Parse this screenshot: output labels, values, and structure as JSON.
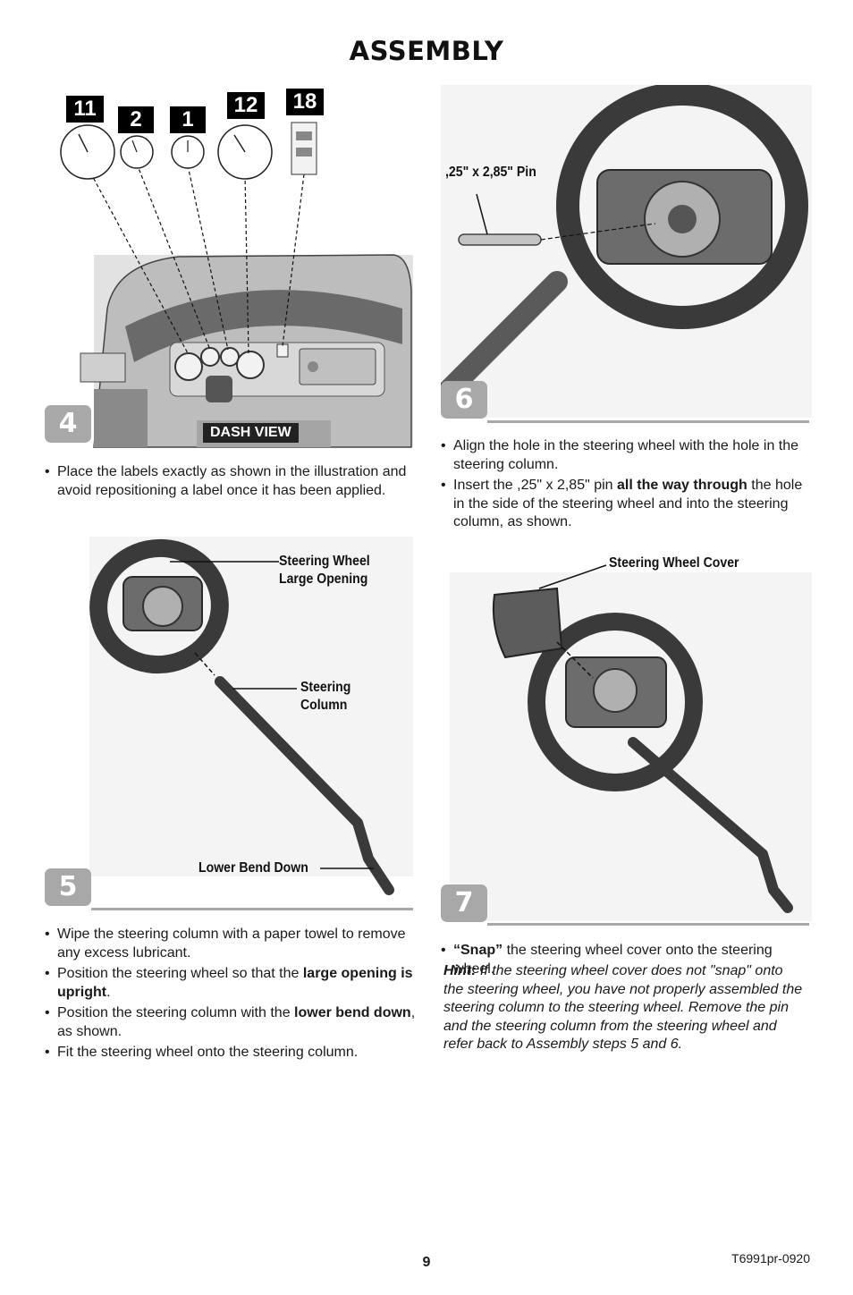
{
  "title": "ASSEMBLY",
  "step4": {
    "badge": "4",
    "label_numbers": [
      "11",
      "2",
      "1",
      "12",
      "18"
    ],
    "dash_view": "DASH VIEW",
    "bullets": [
      "Place the labels exactly as shown in the illustration and avoid repositioning a label once it has been applied."
    ]
  },
  "step5": {
    "badge": "5",
    "callouts": {
      "wheel_line1": "Steering Wheel",
      "wheel_line2": "Large Opening",
      "column_line1": "Steering",
      "column_line2": "Column",
      "bend": "Lower Bend Down"
    },
    "bullets": [
      {
        "pre": "Wipe the steering column with a paper towel to remove any excess lubricant.",
        "bold": "",
        "post": ""
      },
      {
        "pre": "Position the steering wheel so that the ",
        "bold": "large opening is upright",
        "post": "."
      },
      {
        "pre": "Position the steering column with the ",
        "bold": "lower bend down",
        "post": ", as shown."
      },
      {
        "pre": "Fit the steering wheel onto the steering column.",
        "bold": "",
        "post": ""
      }
    ]
  },
  "step6": {
    "badge": "6",
    "callout": ",25\" x 2,85\" Pin",
    "bullets": [
      {
        "pre": "Align the hole in the steering wheel with the hole in the steering column.",
        "bold": "",
        "post": ""
      },
      {
        "pre": "Insert the ,25\" x 2,85\" pin ",
        "bold": "all the way through",
        "post": " the hole in the side of the steering wheel and into the steering column, as shown."
      }
    ]
  },
  "step7": {
    "badge": "7",
    "callout": "Steering Wheel Cover",
    "bullet": {
      "bold": "“Snap”",
      "post": " the steering wheel cover onto the steering wheel."
    },
    "hint_label": "Hint:",
    "hint_text": " If the steering wheel cover does not \"snap\" onto the steering wheel, you have not properly assembled the steering column to the steering wheel. Remove the pin and the steering column from the steering wheel and refer back to Assembly steps 5 and 6."
  },
  "page_number": "9",
  "doc_code": "T6991pr-0920",
  "colors": {
    "badge": "#a8a8a8",
    "ink": "#1a1a1a"
  }
}
